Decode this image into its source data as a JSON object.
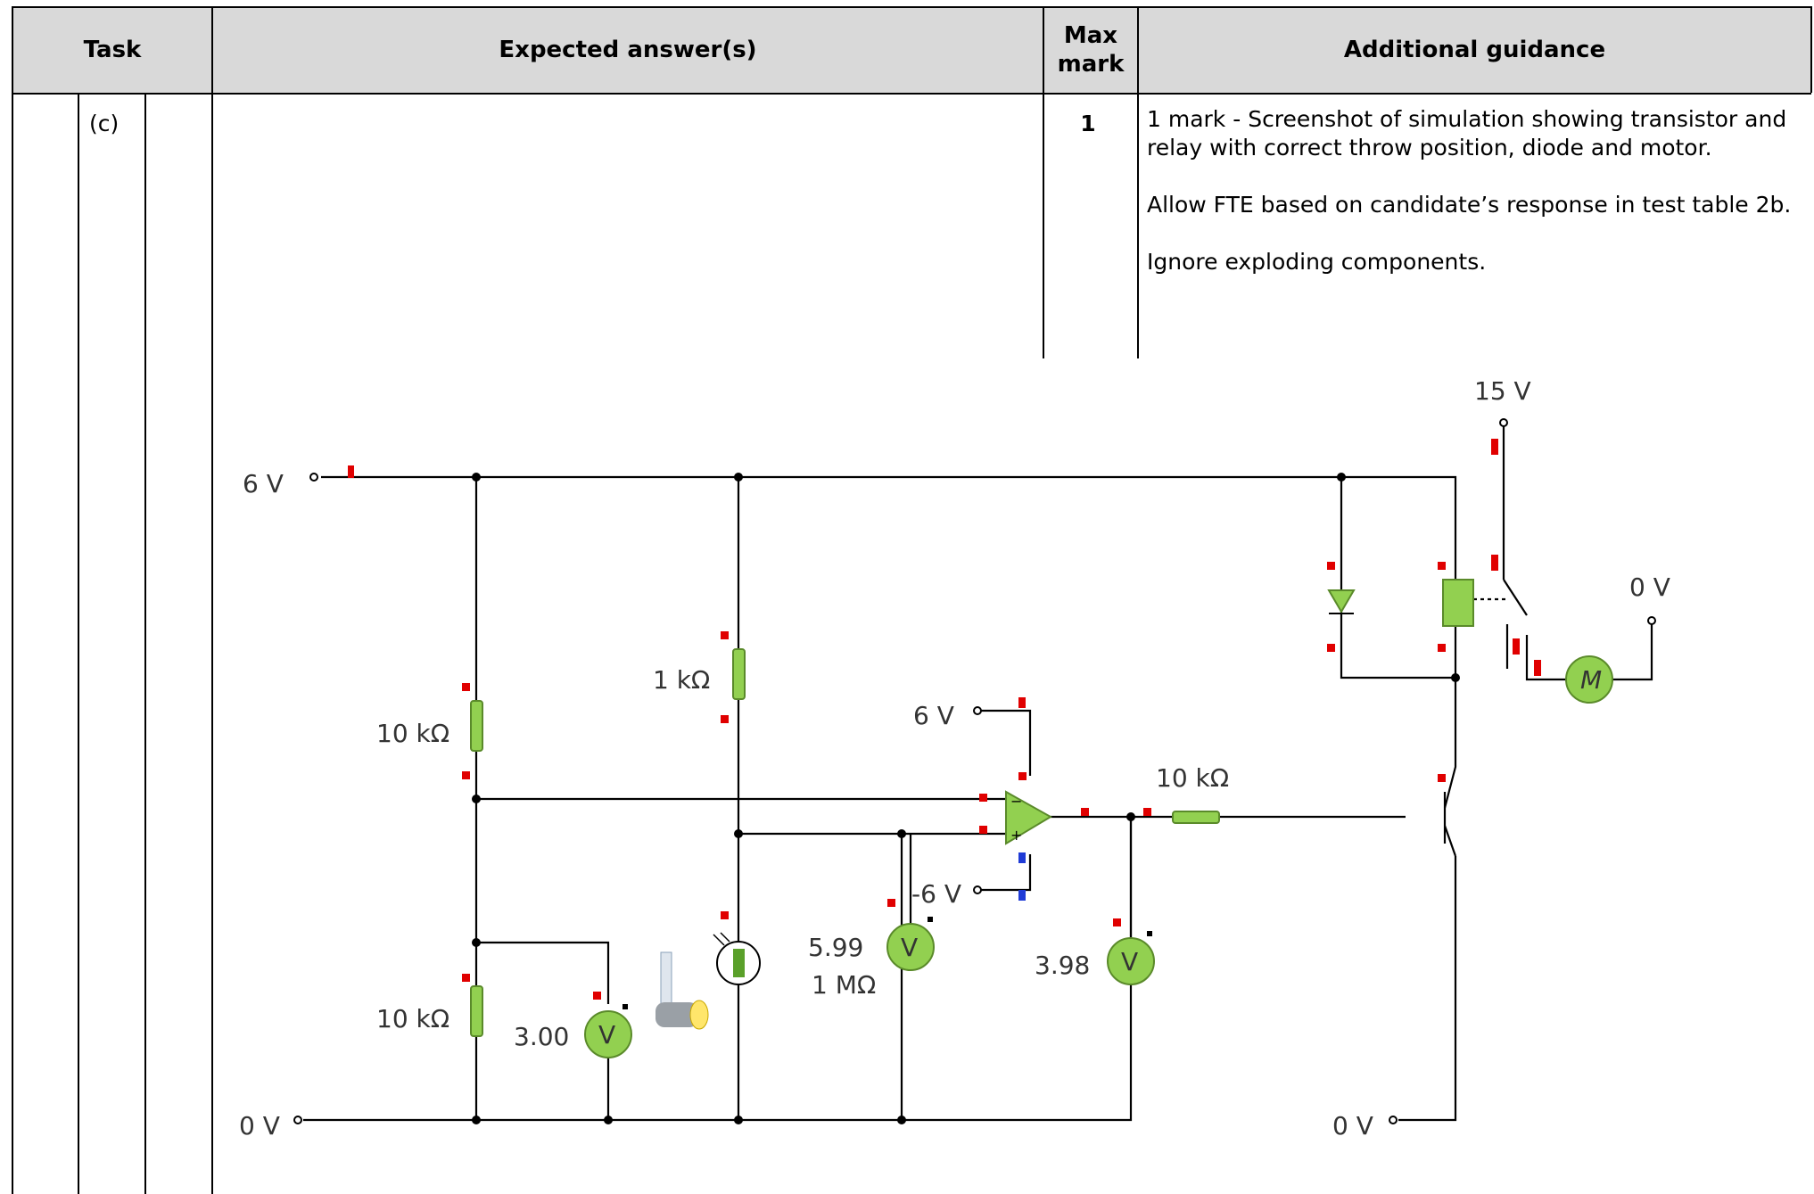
{
  "table": {
    "headers": {
      "task": "Task",
      "expected": "Expected answer(s)",
      "max_mark_line1": "Max",
      "max_mark_line2": "mark",
      "guidance": "Additional guidance"
    },
    "row": {
      "subpart": "(c)",
      "max_mark": "1",
      "guidance": [
        "1 mark - Screenshot of simulation showing transistor and relay with correct throw position, diode and motor.",
        "Allow FTE based on candidate’s response in test table 2b.",
        "Ignore exploding components."
      ]
    }
  },
  "circuit": {
    "labels": {
      "supply_6v_top": "6 V",
      "supply_0v_bottom": "0 V",
      "supply_15v": "15 V",
      "motor_0v": "0 V",
      "transistor_0v": "0 V",
      "opamp_plus_6v": "6 V",
      "opamp_minus_6v": "-6 V",
      "r_top_left": "10 kΩ",
      "r_bottom_left": "10 kΩ",
      "r_1k": "1 kΩ",
      "r_1m": "1 MΩ",
      "r_base": "10 kΩ",
      "motor_letter": "M",
      "voltmeter_letter": "V"
    },
    "readings": {
      "voltmeter_divider": "3.00",
      "voltmeter_ldr": "5.99",
      "voltmeter_output": "3.98"
    },
    "colors": {
      "component_green": "#92d050",
      "marker_red": "#e00000",
      "marker_blue": "#1f3bd6",
      "wire": "#000000",
      "label_gray": "#333333"
    }
  }
}
